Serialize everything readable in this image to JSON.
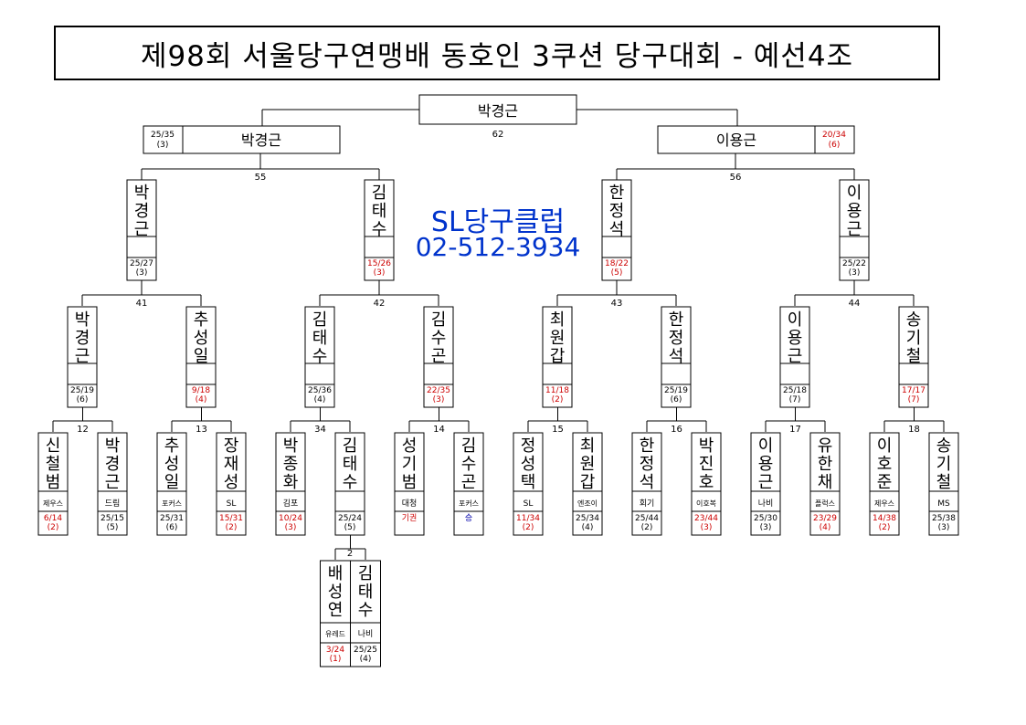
{
  "title": "제98회 서울당구연맹배 동호인 3쿠션 당구대회 - 예선4조",
  "club": {
    "name": "SL당구클럽",
    "phone": "02-512-3934"
  },
  "colors": {
    "line": "#000000",
    "loss": "#cc0000",
    "club": "#0033cc",
    "tie": "#0000aa"
  },
  "final": {
    "winner": "박경근",
    "match_no": "62"
  },
  "semifinals": [
    {
      "name": "박경근",
      "score": "25/35",
      "innings": "(3)",
      "loss": false
    },
    {
      "name": "이용근",
      "score": "20/34",
      "innings": "(6)",
      "loss": true
    }
  ],
  "semi_matches": [
    "55",
    "56"
  ],
  "round3": [
    {
      "name": "박경근",
      "score": "25/27",
      "innings": "(3)",
      "loss": false
    },
    {
      "name": "김태수",
      "score": "15/26",
      "innings": "(3)",
      "loss": true
    },
    {
      "name": "한정석",
      "score": "18/22",
      "innings": "(5)",
      "loss": true
    },
    {
      "name": "이용근",
      "score": "25/22",
      "innings": "(3)",
      "loss": false
    }
  ],
  "round3_matches": [
    "41",
    "42",
    "43",
    "44"
  ],
  "round2": [
    {
      "name": "박경근",
      "score": "25/19",
      "innings": "(6)",
      "loss": false
    },
    {
      "name": "추성일",
      "score": "9/18",
      "innings": "(4)",
      "loss": true
    },
    {
      "name": "김태수",
      "score": "25/36",
      "innings": "(4)",
      "loss": false
    },
    {
      "name": "김수곤",
      "score": "22/35",
      "innings": "(3)",
      "loss": true
    },
    {
      "name": "최원갑",
      "score": "11/18",
      "innings": "(2)",
      "loss": true
    },
    {
      "name": "한정석",
      "score": "25/19",
      "innings": "(6)",
      "loss": false
    },
    {
      "name": "이용근",
      "score": "25/18",
      "innings": "(7)",
      "loss": false
    },
    {
      "name": "송기철",
      "score": "17/17",
      "innings": "(7)",
      "loss": true
    }
  ],
  "round2_matches": [
    "12",
    "13",
    "34",
    "14",
    "15",
    "16",
    "17",
    "18"
  ],
  "round1": [
    {
      "name": "신철범",
      "club": "제우스",
      "score": "6/14",
      "innings": "(2)",
      "loss": true
    },
    {
      "name": "박경근",
      "club": "드림",
      "score": "25/15",
      "innings": "(5)",
      "loss": false
    },
    {
      "name": "추성일",
      "club": "포커스",
      "score": "25/31",
      "innings": "(6)",
      "loss": false
    },
    {
      "name": "장재성",
      "club": "SL",
      "score": "15/31",
      "innings": "(2)",
      "loss": true
    },
    {
      "name": "박종화",
      "club": "김포",
      "score": "10/24",
      "innings": "(3)",
      "loss": true
    },
    {
      "name": "김태수",
      "club": "",
      "score": "25/24",
      "innings": "(5)",
      "loss": false
    },
    {
      "name": "성기범",
      "club": "대청",
      "score": "기권",
      "innings": "",
      "loss": true
    },
    {
      "name": "김수곤",
      "club": "포커스",
      "score": "승",
      "innings": "",
      "loss": false,
      "tie": true
    },
    {
      "name": "정성택",
      "club": "SL",
      "score": "11/34",
      "innings": "(2)",
      "loss": true
    },
    {
      "name": "최원갑",
      "club": "엔조이",
      "score": "25/34",
      "innings": "(4)",
      "loss": false
    },
    {
      "name": "한정석",
      "club": "회기",
      "score": "25/44",
      "innings": "(2)",
      "loss": false
    },
    {
      "name": "박진호",
      "club": "이호복",
      "score": "23/44",
      "innings": "(3)",
      "loss": true
    },
    {
      "name": "이용근",
      "club": "나비",
      "score": "25/30",
      "innings": "(3)",
      "loss": false
    },
    {
      "name": "유한채",
      "club": "플럭스",
      "score": "23/29",
      "innings": "(4)",
      "loss": true
    },
    {
      "name": "이호준",
      "club": "제우스",
      "score": "14/38",
      "innings": "(2)",
      "loss": true
    },
    {
      "name": "송기철",
      "club": "MS",
      "score": "25/38",
      "innings": "(3)",
      "loss": false
    }
  ],
  "prelim": {
    "match_no": "2",
    "players": [
      {
        "name": "배성연",
        "club": "유레드",
        "score": "3/24",
        "innings": "(1)",
        "loss": true
      },
      {
        "name": "김태수",
        "club": "나비",
        "score": "25/25",
        "innings": "(4)",
        "loss": false
      }
    ]
  }
}
